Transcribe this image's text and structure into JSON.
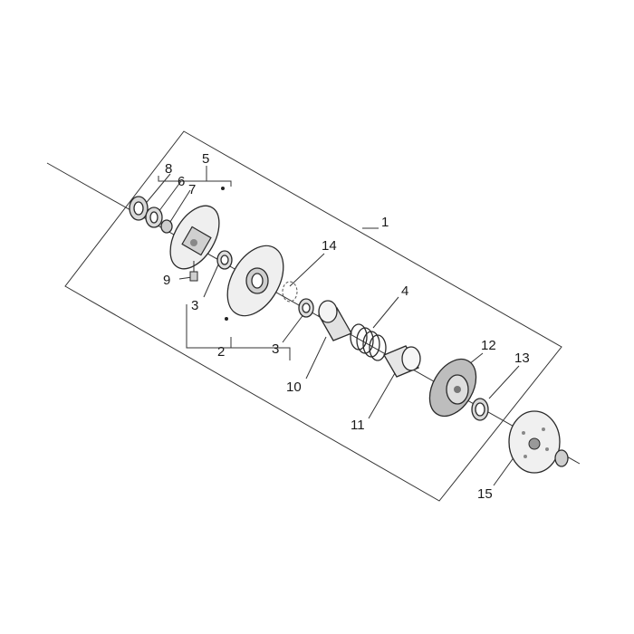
{
  "diagram": {
    "labels": {
      "l1": "1",
      "l2": "2",
      "l3a": "3",
      "l3b": "3",
      "l4": "4",
      "l5": "5",
      "l6": "6",
      "l7": "7",
      "l8": "8",
      "l9": "9",
      "l10": "10",
      "l11": "11",
      "l12": "12",
      "l13": "13",
      "l14": "14",
      "l15": "15"
    },
    "colors": {
      "line": "#333333",
      "part_fill": "#e6e6e6",
      "part_dark": "#9a9a9a"
    }
  }
}
